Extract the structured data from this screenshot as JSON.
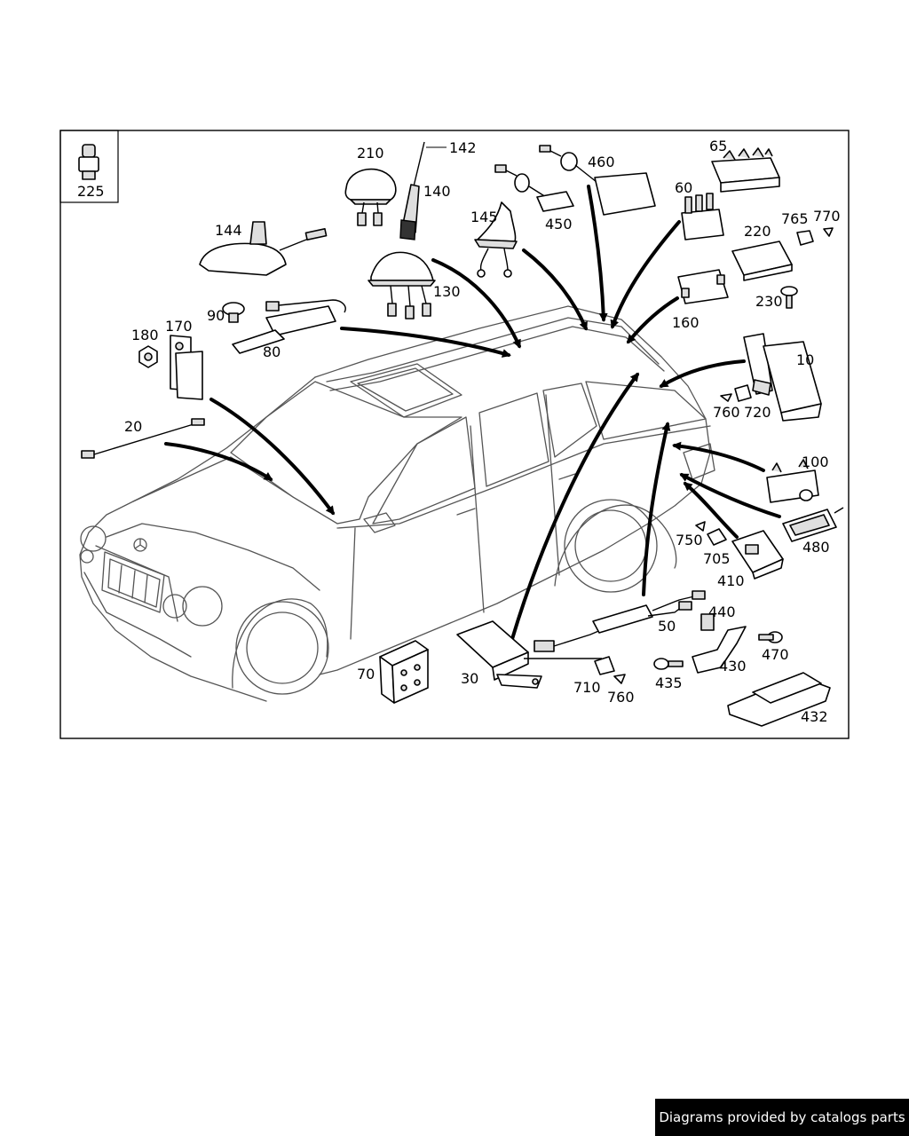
{
  "diagram": {
    "callouts": {
      "c225": "225",
      "c210": "210",
      "c142": "142",
      "c140": "140",
      "c144": "144",
      "c130": "130",
      "c145": "145",
      "c460": "460",
      "c450": "450",
      "c65": "65",
      "c60": "60",
      "c220": "220",
      "c765": "765",
      "c770": "770",
      "c230": "230",
      "c160": "160",
      "c90": "90",
      "c170": "170",
      "c180": "180",
      "c80": "80",
      "c10": "10",
      "c760a": "760",
      "c720": "720",
      "c20": "20",
      "c100": "100",
      "c480": "480",
      "c750": "750",
      "c705": "705",
      "c410": "410",
      "c440": "440",
      "c50": "50",
      "c70": "70",
      "c30": "30",
      "c710": "710",
      "c760b": "760",
      "c435": "435",
      "c430": "430",
      "c470": "470",
      "c432": "432"
    }
  },
  "footer": {
    "credit": "Diagrams provided by catalogs parts"
  },
  "colors": {
    "line": "#000000",
    "background": "#ffffff",
    "badge": "#000000"
  }
}
